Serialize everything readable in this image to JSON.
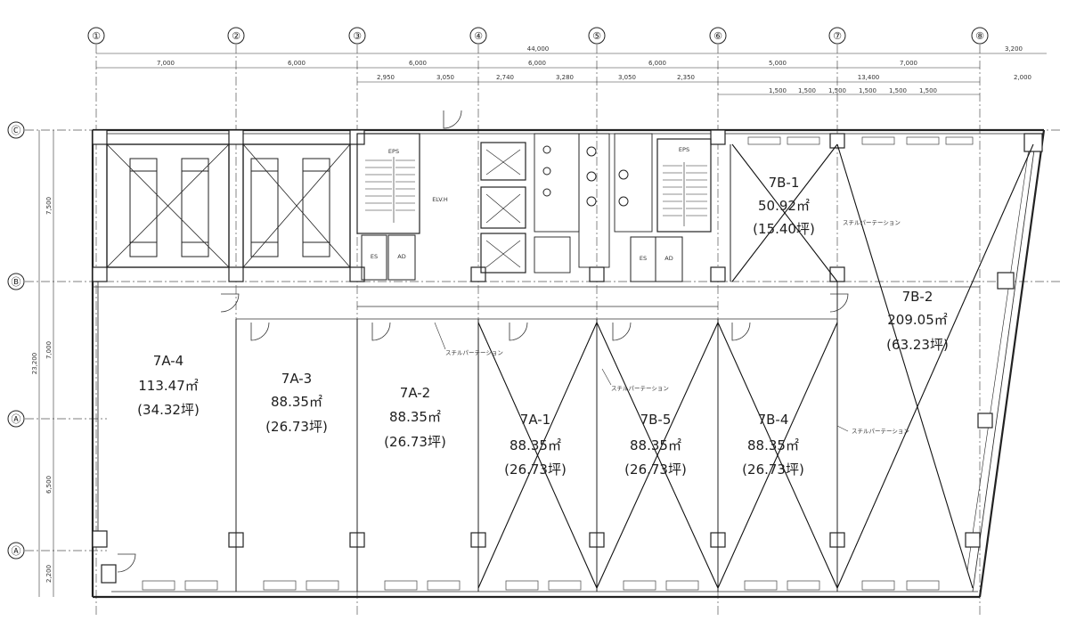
{
  "column_axes": [
    "①",
    "②",
    "③",
    "④",
    "⑤",
    "⑥",
    "⑦",
    "⑧"
  ],
  "row_axes": [
    "Ⓒ",
    "Ⓑ",
    "Ⓐ",
    "Ⓐ"
  ],
  "dims_top": {
    "total": "44,000",
    "extra": "3,200",
    "spans": [
      "7,000",
      "6,000",
      "6,000",
      "6,000",
      "6,000",
      "5,000",
      "7,000"
    ],
    "sub_right_total": "13,400",
    "sub_right_extra": "2,000",
    "sub_spans": [
      "2,950",
      "3,050",
      "2,740",
      "3,280",
      "3,050",
      "2,350"
    ],
    "fine_spans": [
      "1,500",
      "1,500",
      "1,500",
      "1,500",
      "1,500",
      "1,500"
    ]
  },
  "dims_left": {
    "total": "23,200",
    "spans": [
      "7,500",
      "7,000",
      "6,500",
      "2,200"
    ]
  },
  "core_labels": {
    "elevator_hall": "ELV.H",
    "es": "ES",
    "ad": "AD",
    "eps": "EPS"
  },
  "partition_label": "スチルパーテーション",
  "units": [
    {
      "id": "7A-4",
      "area": "113.47㎡",
      "tsubo": "(34.32坪)"
    },
    {
      "id": "7A-3",
      "area": "88.35㎡",
      "tsubo": "(26.73坪)"
    },
    {
      "id": "7A-2",
      "area": "88.35㎡",
      "tsubo": "(26.73坪)"
    },
    {
      "id": "7A-1",
      "area": "88.35㎡",
      "tsubo": "(26.73坪)"
    },
    {
      "id": "7B-5",
      "area": "88.35㎡",
      "tsubo": "(26.73坪)"
    },
    {
      "id": "7B-4",
      "area": "88.35㎡",
      "tsubo": "(26.73坪)"
    },
    {
      "id": "7B-2",
      "area": "209.05㎡",
      "tsubo": "(63.23坪)"
    },
    {
      "id": "7B-1",
      "area": "50.92㎡",
      "tsubo": "(15.40坪)"
    }
  ]
}
